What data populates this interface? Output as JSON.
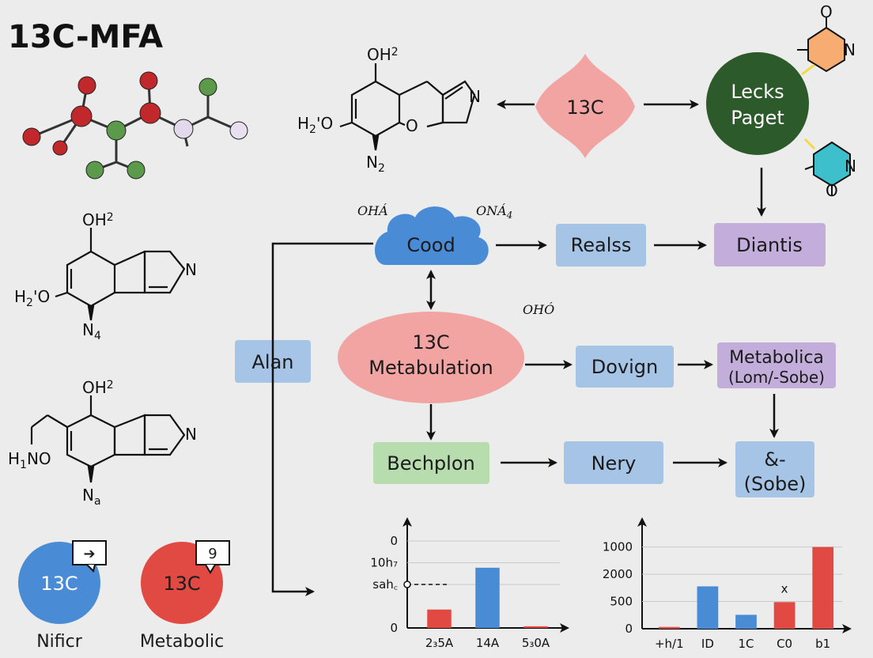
{
  "title": "13C-MFA",
  "molecules": {
    "top": {
      "o": "OH",
      "o_sub": "2",
      "h": "H",
      "h_sub": "2",
      "ho": "'O",
      "ring_o": "O",
      "ring_n": "N",
      "n": "N",
      "n_sub": "2"
    },
    "mid": {
      "o": "OH",
      "o_sub": "2",
      "h": "H",
      "h_sub": "2",
      "ho": "'O",
      "ring_n": "N",
      "n": "N",
      "n_sub": "4"
    },
    "low": {
      "o": "OH",
      "o_sub": "2",
      "h": "H",
      "h_sub": "1",
      "ho": "NO",
      "ring_n": "N",
      "n": "N",
      "n_sub": "a"
    },
    "right_top": {
      "o": "O",
      "n": "N"
    },
    "right_bottom": {
      "o": "O",
      "n": "N"
    }
  },
  "nodes": {
    "c13_star": "13C",
    "lecks": [
      "Lecks",
      "Paget"
    ],
    "cood": "Cood",
    "realss": "Realss",
    "diantis": "Diantis",
    "alan": "Alan",
    "metabulation": [
      "13C",
      "Metabulation"
    ],
    "dovign": "Dovign",
    "metabolica": [
      "Metabolica",
      "(Lom/-Sobe)"
    ],
    "bechplon": "Bechplon",
    "nery": "Nery",
    "sobe": [
      "&-",
      "(Sobe)"
    ]
  },
  "annotations": {
    "oha": "OHÁ",
    "ona": "ONÁ",
    "ona_sub": "4",
    "oho": "OHÓ"
  },
  "badges": {
    "left": {
      "label": "13C",
      "caption": "Nificr",
      "bubble": "➔"
    },
    "right": {
      "label": "13C",
      "caption": "Metabolic",
      "bubble": "9"
    }
  },
  "colors": {
    "blue": "#4a8bd6",
    "red": "#e14a43",
    "green_dark": "#2d5a2b",
    "pink": "#f2a4a2",
    "lightblue": "#a6c4e6",
    "lightgreen": "#b7dcae",
    "lavender": "#c3aedb"
  },
  "chart_data": [
    {
      "type": "bar",
      "categories": [
        "2₃5A",
        "14A",
        "5₃0A"
      ],
      "values": [
        0.55,
        1.8,
        0.05
      ],
      "ylim": [
        0,
        2.6
      ],
      "yticks": [
        {
          "v": 0,
          "label": "0"
        },
        {
          "v": 1.3,
          "label": "sah꜀"
        },
        {
          "v": 1.95,
          "label": "10h₇"
        },
        {
          "v": 2.6,
          "label": "0"
        }
      ],
      "bar_colors": [
        "#e14a43",
        "#4a8bd6",
        "#e14a43"
      ],
      "threshold": 1.3
    },
    {
      "type": "bar",
      "categories": [
        "+h/1",
        "ID",
        "1C",
        "C0",
        "b1"
      ],
      "values": [
        60,
        1400,
        460,
        880,
        2700
      ],
      "ylim": [
        0,
        2900
      ],
      "yticks": [
        {
          "v": 0,
          "label": "0"
        },
        {
          "v": 900,
          "label": "500"
        },
        {
          "v": 1800,
          "label": "2000"
        },
        {
          "v": 2700,
          "label": "1000"
        }
      ],
      "bar_colors": [
        "#e14a43",
        "#4a8bd6",
        "#4a8bd6",
        "#e14a43",
        "#e14a43"
      ],
      "annotation": "x"
    }
  ]
}
